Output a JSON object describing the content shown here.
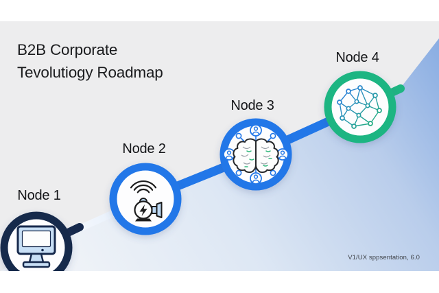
{
  "slide": {
    "title_line1": "B2B Corporate",
    "title_line2": "Tevolutiogy Roadmap",
    "footer": "V1/UX sppsentation, 6.0"
  },
  "diagram": {
    "type": "roadmap",
    "direction": "bottom-left to top-right",
    "nodes": [
      {
        "label": "Node 1",
        "icon": "desktop-monitor-icon",
        "ring_color": "#16294c"
      },
      {
        "label": "Node 2",
        "icon": "siren-signal-icon",
        "ring_color": "#2277e8"
      },
      {
        "label": "Node 3",
        "icon": "brain-collaboration-icon",
        "ring_color": "#2277e8"
      },
      {
        "label": "Node 4",
        "icon": "network-graph-icon",
        "ring_color": "#1eb582"
      }
    ],
    "colors": {
      "navy": "#16294c",
      "blue": "#2277e8",
      "green": "#1eb582",
      "slide_background": "#ededee",
      "mountain_gradient_start": "#f1f4f8",
      "mountain_gradient_end": "#88ace2",
      "icon_light_blue_fill": "#c8dff5",
      "icon_green_accent": "#35b97e"
    }
  }
}
